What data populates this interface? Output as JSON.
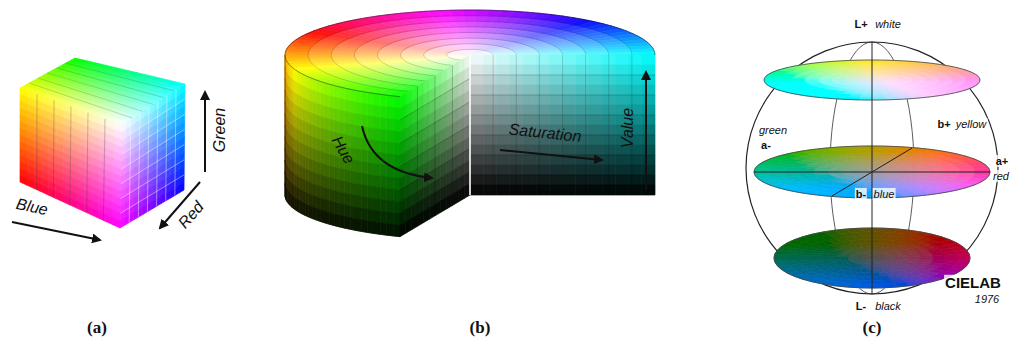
{
  "diagram": {
    "labels": [
      "Blue",
      "Red",
      "Green",
      "Hue",
      "Saturation",
      "Value",
      "L+",
      "white",
      "green",
      "a-",
      "b+",
      "yellow",
      "b-",
      "blue",
      "a+",
      "red",
      "L-",
      "black",
      "CIELAB",
      "1976",
      "(a)",
      "(b)",
      "(c)"
    ]
  }
}
